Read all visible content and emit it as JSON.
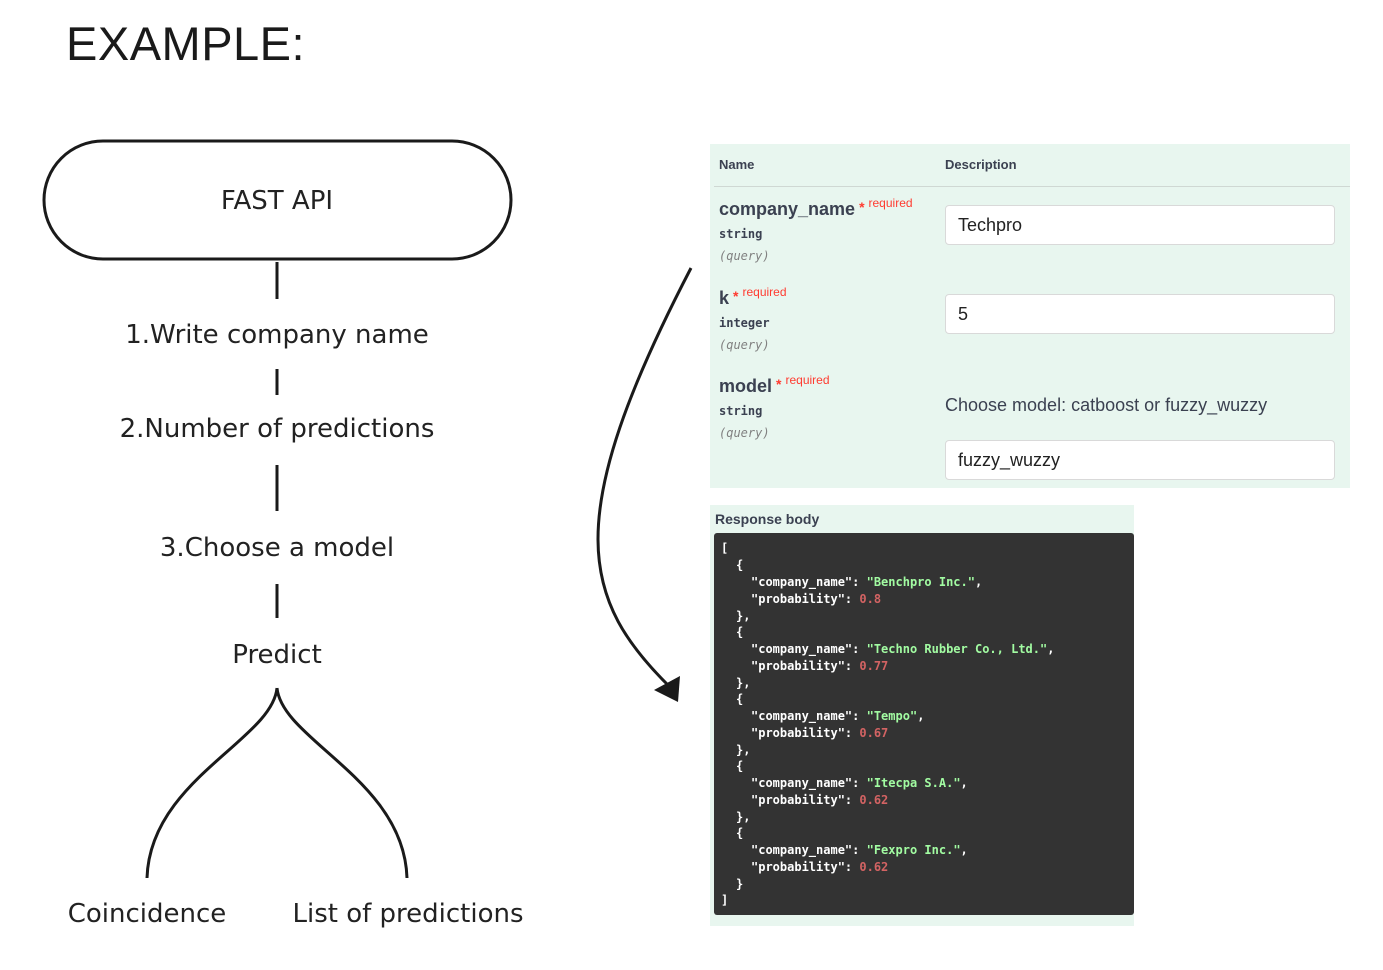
{
  "heading": "EXAMPLE:",
  "flow": {
    "start": "FAST API",
    "step1": "1.Write company name",
    "step2": "2.Number of predictions",
    "step3": "3.Choose a model",
    "predict": "Predict",
    "branch_left": "Coincidence",
    "branch_right": "List of predictions"
  },
  "params": {
    "header_name": "Name",
    "header_description": "Description",
    "required_mark": "*",
    "required_label": "required",
    "items": [
      {
        "name": "company_name",
        "type": "string",
        "in": "(query)",
        "value": "Techpro",
        "description": ""
      },
      {
        "name": "k",
        "type": "integer",
        "in": "(query)",
        "value": "5",
        "description": ""
      },
      {
        "name": "model",
        "type": "string",
        "in": "(query)",
        "value": "fuzzy_wuzzy",
        "description": "Choose model: catboost or fuzzy_wuzzy"
      }
    ]
  },
  "response": {
    "title": "Response body",
    "open_bracket": "[",
    "close_bracket": "]",
    "entries": [
      {
        "company_name": "Benchpro Inc.",
        "probability": "0.8"
      },
      {
        "company_name": "Techno Rubber Co., Ltd.",
        "probability": "0.77"
      },
      {
        "company_name": "Tempo",
        "probability": "0.67"
      },
      {
        "company_name": "Itecpa S.A.",
        "probability": "0.62"
      },
      {
        "company_name": "Fexpro Inc.",
        "probability": "0.62"
      }
    ]
  },
  "colors": {
    "panel_bg": "#e8f6ef",
    "code_bg": "#333333",
    "code_string": "#a2fca2",
    "code_number": "#d36363",
    "required": "#ff3b30"
  }
}
